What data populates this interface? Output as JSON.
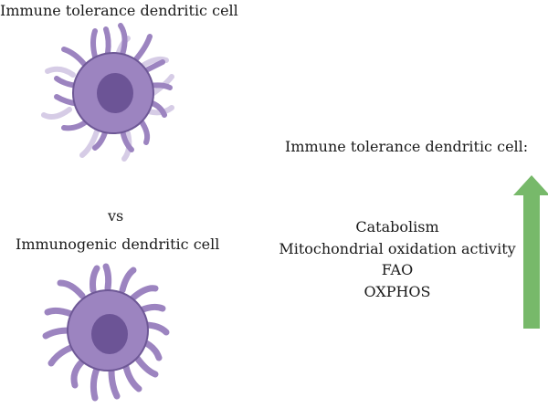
{
  "labels": {
    "tolerance_title": "Immune tolerance dendritic cell",
    "vs": "vs",
    "immunogenic_title": "Immunogenic dendritic cell",
    "tolerance_heading": "Immune tolerance dendritic cell:"
  },
  "metabolic_features": [
    "Catabolism",
    "Mitochondrial oxidation activity",
    "FAO",
    "OXPHOS"
  ],
  "colors": {
    "cell_body": "#9c84c0",
    "cell_stroke": "#6e5896",
    "nucleus": "#6c5496",
    "faint_dendrite": "#d6cce6",
    "arrow": "#77b96a"
  },
  "icons": {
    "tolerance_cell": "dendritic-cell-icon",
    "immunogenic_cell": "dendritic-cell-icon",
    "arrow": "up-arrow-icon"
  }
}
